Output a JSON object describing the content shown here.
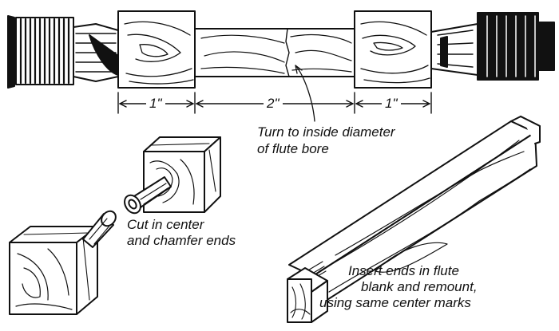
{
  "figure": {
    "dimensions": [
      "1\"",
      "2\"",
      "1\""
    ],
    "labels": {
      "turn_line1": "Turn to inside diameter",
      "turn_line2": "of flute bore",
      "cut_line1": "Cut in center",
      "cut_line2": "and chamfer ends",
      "insert_line1": "Insert ends in flute",
      "insert_line2": "blank and remount,",
      "insert_line3": "using same center marks"
    }
  }
}
